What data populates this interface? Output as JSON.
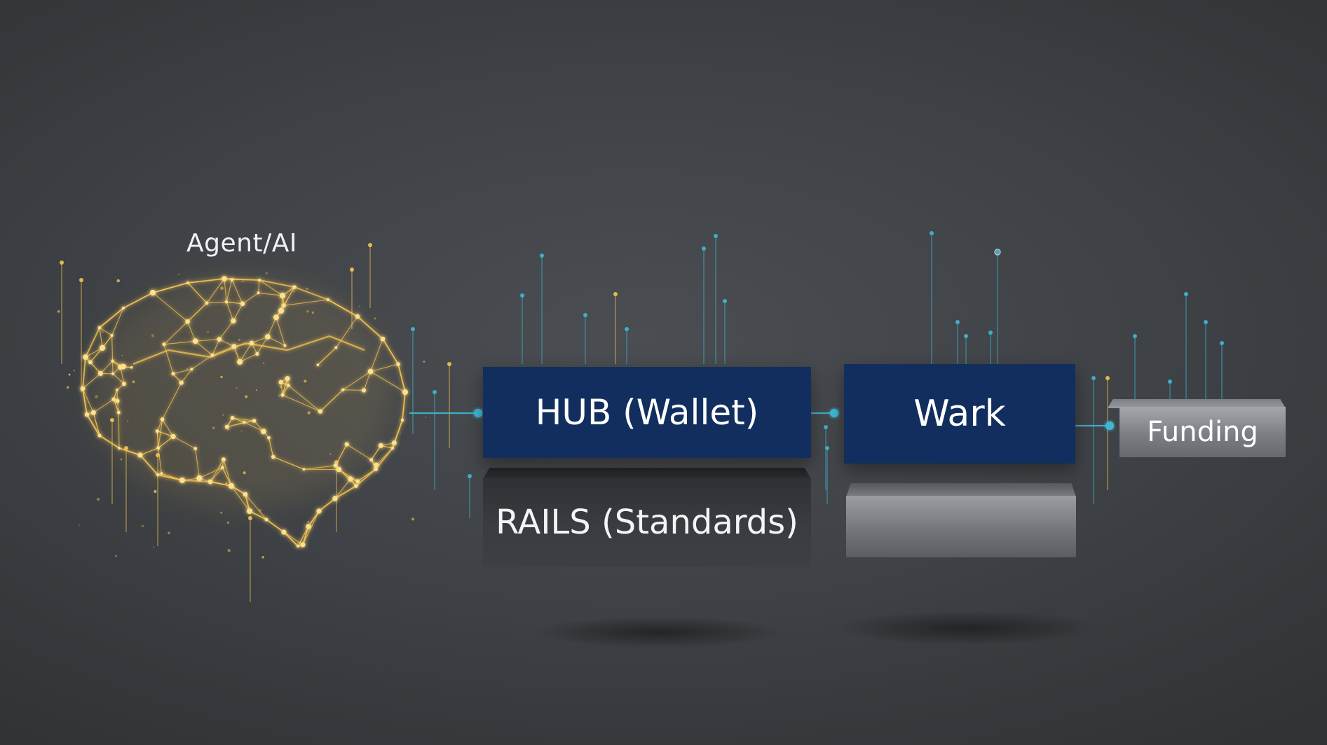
{
  "diagram": {
    "agent_label": "Agent/AI",
    "hub_label": "HUB (Wallet)",
    "rails_label": "RAILS (Standards)",
    "wark_label": "Wark",
    "funding_label": "Funding"
  },
  "colors": {
    "background": "#3f4246",
    "box_navy": "#112e5e",
    "brain_gold": "#f5c451",
    "connector_cyan": "#3fb8d4"
  },
  "icons": {
    "agent": "brain-network-icon"
  }
}
